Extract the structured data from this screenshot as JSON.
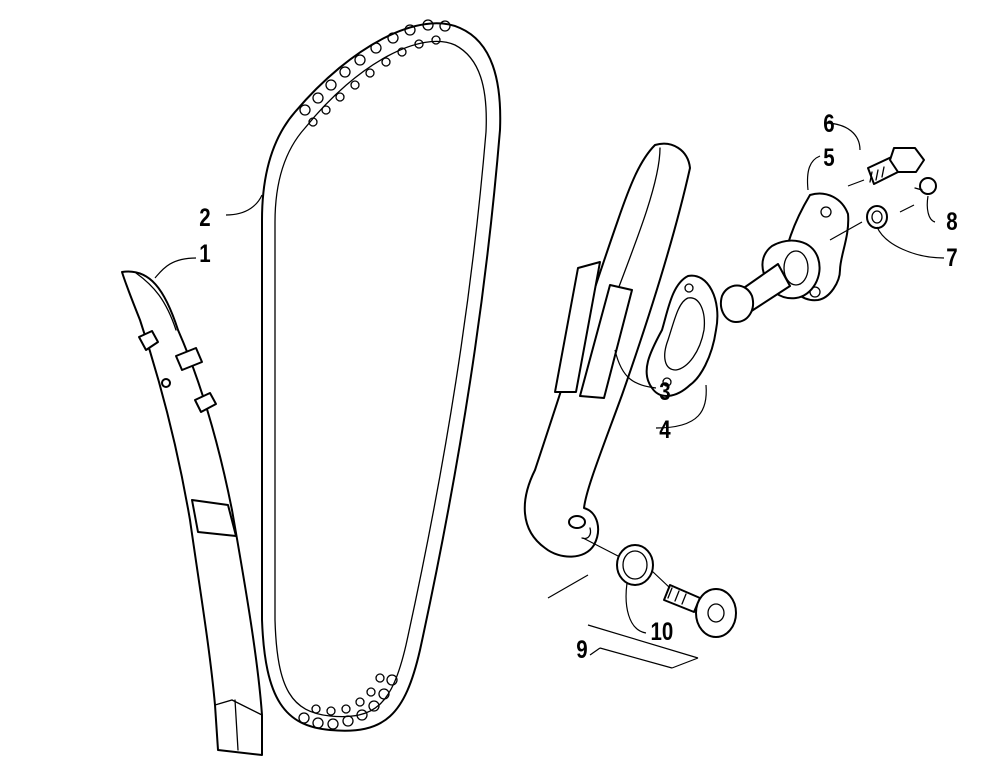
{
  "colors": {
    "line": "#000000",
    "background": "#ffffff"
  },
  "callouts": {
    "c1": "1",
    "c2": "2",
    "c3": "3",
    "c4": "4",
    "c5": "5",
    "c6": "6",
    "c7": "7",
    "c8": "8",
    "c9": "9",
    "c10": "10"
  }
}
